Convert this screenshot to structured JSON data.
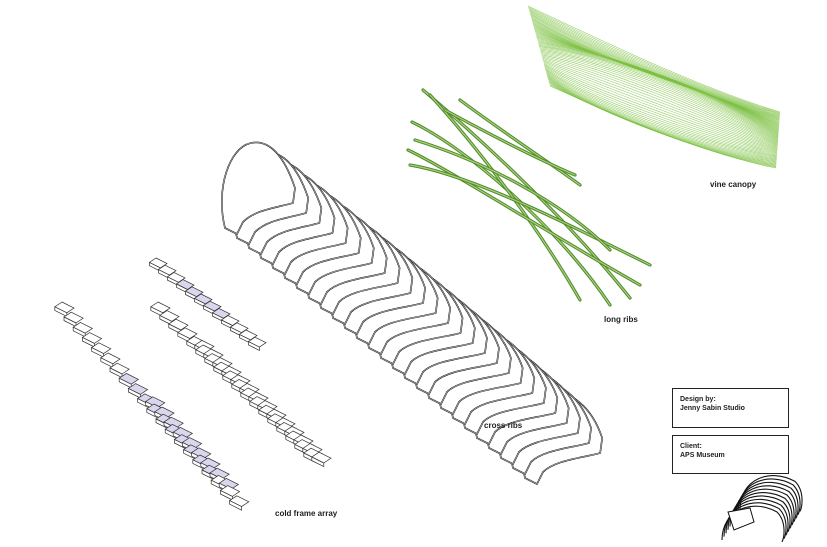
{
  "layers": [
    {
      "id": "vine-canopy",
      "label": "vine canopy",
      "color": "#7cc142"
    },
    {
      "id": "long-ribs",
      "label": "long ribs",
      "color": "#4f8a2a"
    },
    {
      "id": "cross-ribs",
      "label": "cross ribs",
      "color": "#1a1a1a"
    },
    {
      "id": "cold-frame-array",
      "label": "cold frame array",
      "color": "#d9d6ee"
    }
  ],
  "credits": {
    "design_heading": "Design by:",
    "design_value": "Jenny Sabin Studio",
    "client_heading": "Client:",
    "client_value": "APS Museum"
  }
}
